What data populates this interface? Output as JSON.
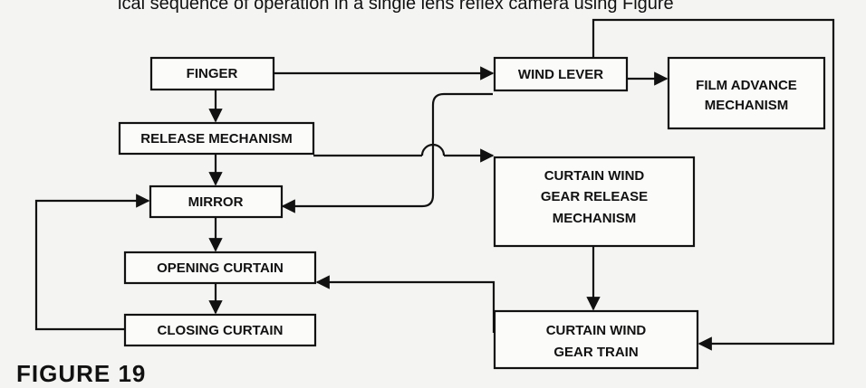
{
  "header_fragment": "ical   sequence of operation in a single lens reflex camera using   Figure",
  "boxes": {
    "finger": "FINGER",
    "release_mechanism": "RELEASE MECHANISM",
    "mirror": "MIRROR",
    "opening_curtain": "OPENING CURTAIN",
    "closing_curtain": "CLOSING CURTAIN",
    "wind_lever": "WIND LEVER",
    "film_advance_1": "FILM ADVANCE",
    "film_advance_2": "MECHANISM",
    "curtain_release_1": "CURTAIN WIND",
    "curtain_release_2": "GEAR RELEASE",
    "curtain_release_3": "MECHANISM",
    "gear_train_1": "CURTAIN WIND",
    "gear_train_2": "GEAR TRAIN"
  },
  "caption": "FIGURE 19"
}
